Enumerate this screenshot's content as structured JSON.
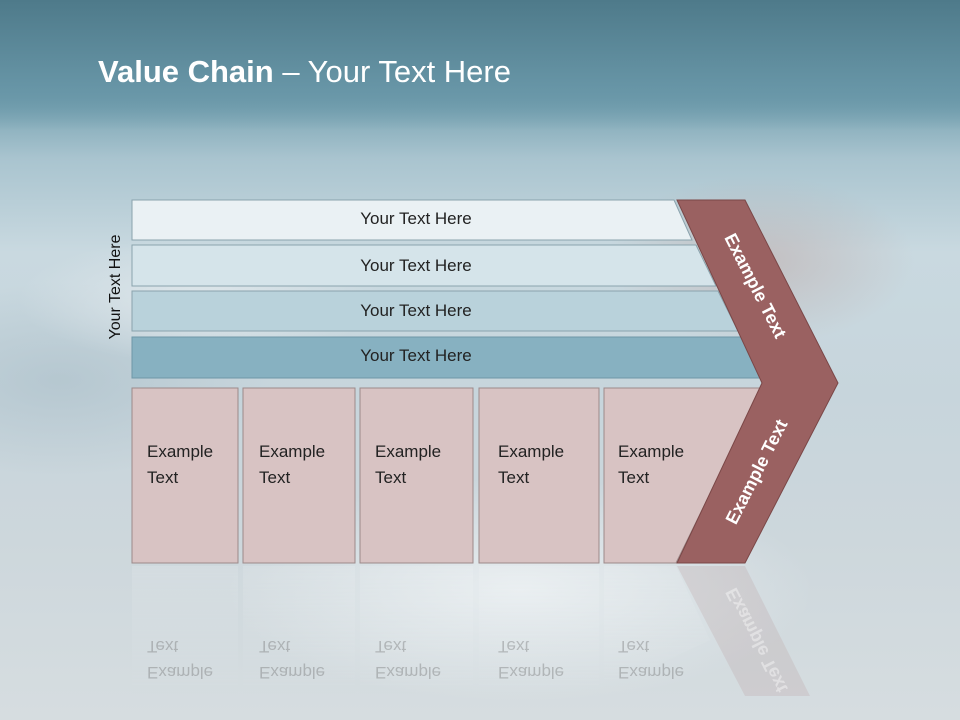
{
  "title": {
    "bold": "Value Chain",
    "rest": " – Your Text Here"
  },
  "side_label": "Your Text Here",
  "bands": [
    {
      "label": "Your Text Here",
      "color": "#eaf1f4"
    },
    {
      "label": "Your Text Here",
      "color": "#d5e4ea"
    },
    {
      "label": "Your Text Here",
      "color": "#b9d2db"
    },
    {
      "label": "Your Text Here",
      "color": "#87b1c1"
    }
  ],
  "activities": [
    {
      "label": "Example\nText"
    },
    {
      "label": "Example\nText"
    },
    {
      "label": "Example\nText"
    },
    {
      "label": "Example\nText"
    },
    {
      "label": "Example\nText"
    }
  ],
  "margin": {
    "upper_label": "Example Text",
    "lower_label": "Example Text",
    "color": "#9a6161"
  },
  "colors": {
    "activity_fill": "#d8c3c3",
    "activity_stroke": "#9c8a8a"
  }
}
